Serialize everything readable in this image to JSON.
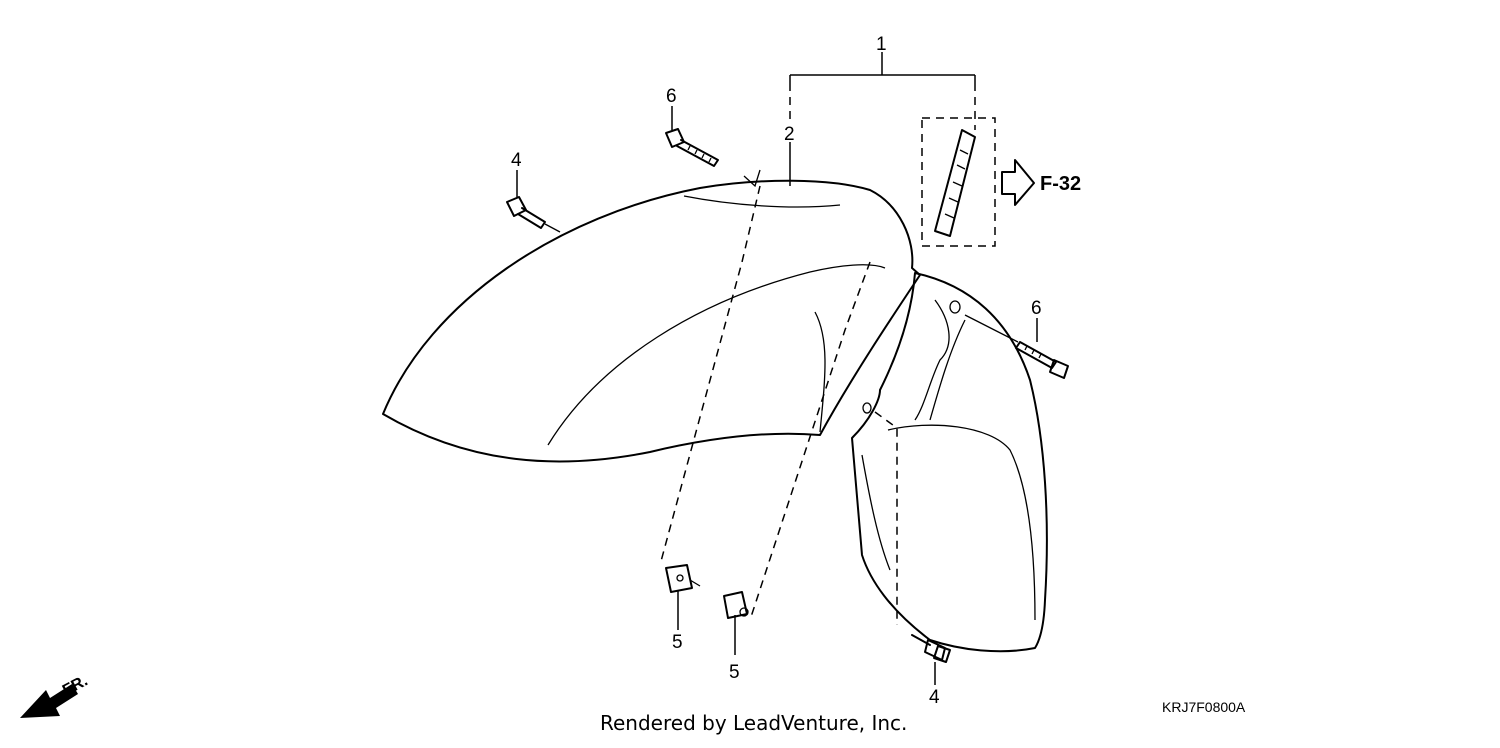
{
  "callouts": {
    "c1": "1",
    "c2": "2",
    "c4_top": "4",
    "c6_top": "6",
    "c6_right": "6",
    "c5_left": "5",
    "c5_mid": "5",
    "c4_bottom": "4"
  },
  "reference": "F-32",
  "front_marker": "FR.",
  "diagram_code": "KRJ7F0800A",
  "credit": "Rendered by LeadVenture, Inc."
}
